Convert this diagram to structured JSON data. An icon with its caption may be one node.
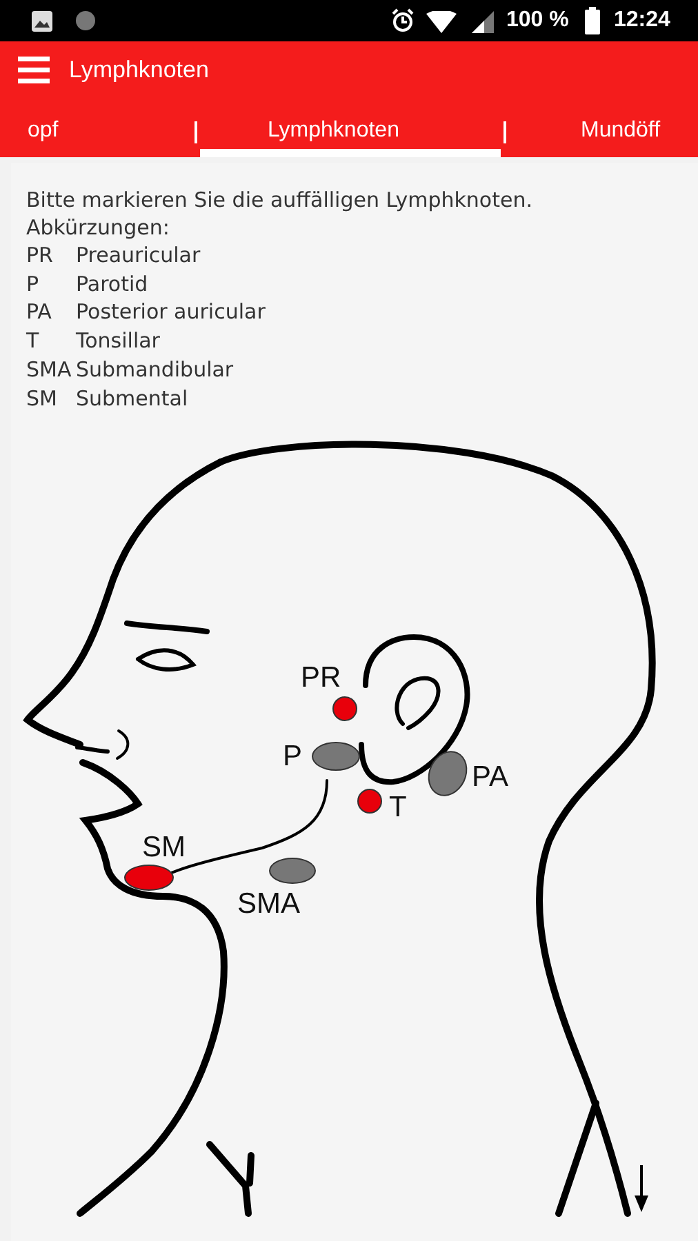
{
  "diagram": {
    "title": "Lymphknoten",
    "nodes": [
      {
        "text": [],
        "shape": "circle",
        "beside": [
          "PR"
        ]
      },
      {
        "text": [],
        "shape": "ellipse",
        "beside": [
          "P"
        ]
      },
      {
        "text": [],
        "shape": "ellipse",
        "beside": [
          "PA"
        ]
      },
      {
        "text": [],
        "shape": "circle",
        "beside": [
          "T"
        ]
      },
      {
        "text": [],
        "shape": "ellipse",
        "beside": [
          "SM"
        ]
      },
      {
        "text": [],
        "shape": "ellipse",
        "beside": [
          "SMA"
        ]
      }
    ],
    "edges": [],
    "labels": [
      "100 %",
      "12:24",
      "opf",
      "Lymphknoten",
      "Mundöff",
      "Bitte markieren Sie die auffälligen Lymphknoten.",
      "Abkürzungen:",
      "PR",
      "Preauricular",
      "P",
      "Parotid",
      "PA",
      "Posterior auricular",
      "T",
      "Tonsillar",
      "SMA",
      "Submandibular",
      "SM",
      "Submental"
    ]
  }
}
